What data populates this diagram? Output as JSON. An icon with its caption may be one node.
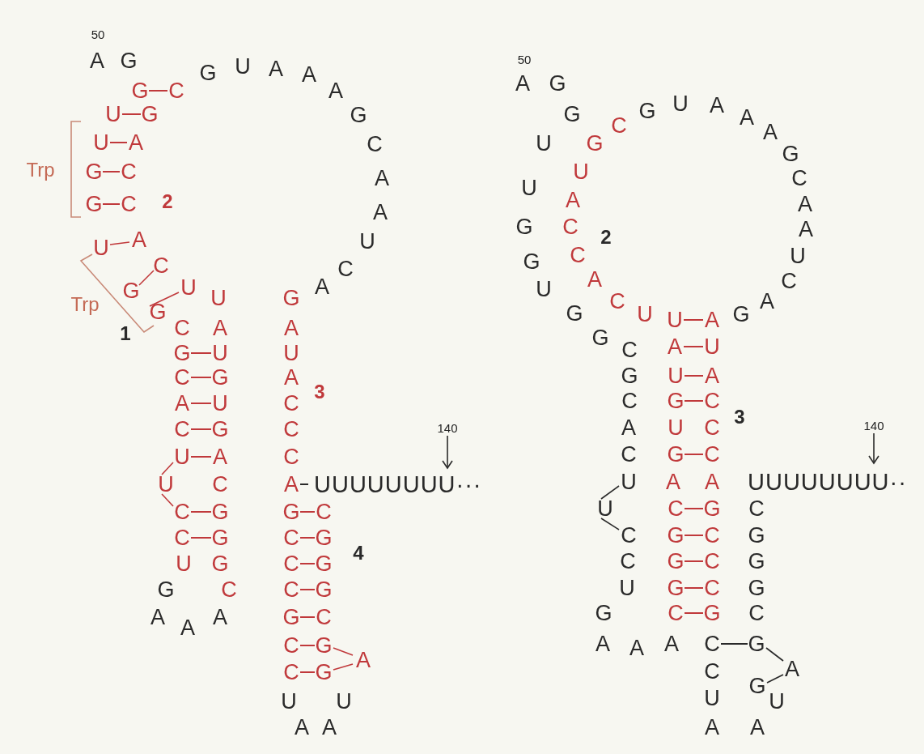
{
  "diagram": {
    "labels": [
      "50",
      "A",
      "G",
      "G",
      "U",
      "A",
      "A",
      "G",
      "C",
      "A",
      "U",
      "G",
      "G",
      "U",
      "A",
      "C",
      "Trp",
      "G",
      "C",
      "A",
      "G",
      "C",
      "2",
      "A",
      "U",
      "U",
      "A",
      "C",
      "C",
      "G",
      "U",
      "U",
      "G",
      "A",
      "Trp",
      "G",
      "1",
      "C",
      "A",
      "A",
      "G",
      "U",
      "U",
      "C",
      "G",
      "A",
      "3",
      "A",
      "U",
      "C",
      "C",
      "G",
      "C",
      "140",
      "U",
      "A",
      "C",
      "U",
      "C",
      "A",
      "UUUUUUUU···",
      "C",
      "G",
      "G",
      "C",
      "C",
      "G",
      "C",
      "G",
      "U",
      "G",
      "C",
      "G",
      "4",
      "G",
      "C",
      "C",
      "G",
      "A",
      "A",
      "A",
      "G",
      "C",
      "C",
      "G",
      "A",
      "C",
      "G",
      "U",
      "U",
      "A",
      "A",
      "50",
      "A",
      "G",
      "G",
      "G",
      "U",
      "A",
      "A",
      "C",
      "A",
      "U",
      "G",
      "G",
      "U",
      "C",
      "U",
      "A",
      "A",
      "G",
      "C",
      "A",
      "2",
      "G",
      "C",
      "U",
      "U",
      "A",
      "C",
      "G",
      "C",
      "U",
      "U",
      "A",
      "G",
      "A",
      "G",
      "C",
      "A",
      "U",
      "G",
      "U",
      "A",
      "C",
      "G",
      "C",
      "3",
      "140",
      "A",
      "U",
      "C",
      "C",
      "G",
      "C",
      "U",
      "A",
      "A",
      "UUUUUUUU··",
      "U",
      "C",
      "G",
      "C",
      "C",
      "G",
      "C",
      "G",
      "C",
      "G",
      "C",
      "G",
      "U",
      "G",
      "C",
      "G",
      "G",
      "C",
      "G",
      "C",
      "A",
      "A",
      "A",
      "C",
      "G",
      "C",
      "A",
      "U",
      "G",
      "U",
      "A",
      "A"
    ]
  }
}
